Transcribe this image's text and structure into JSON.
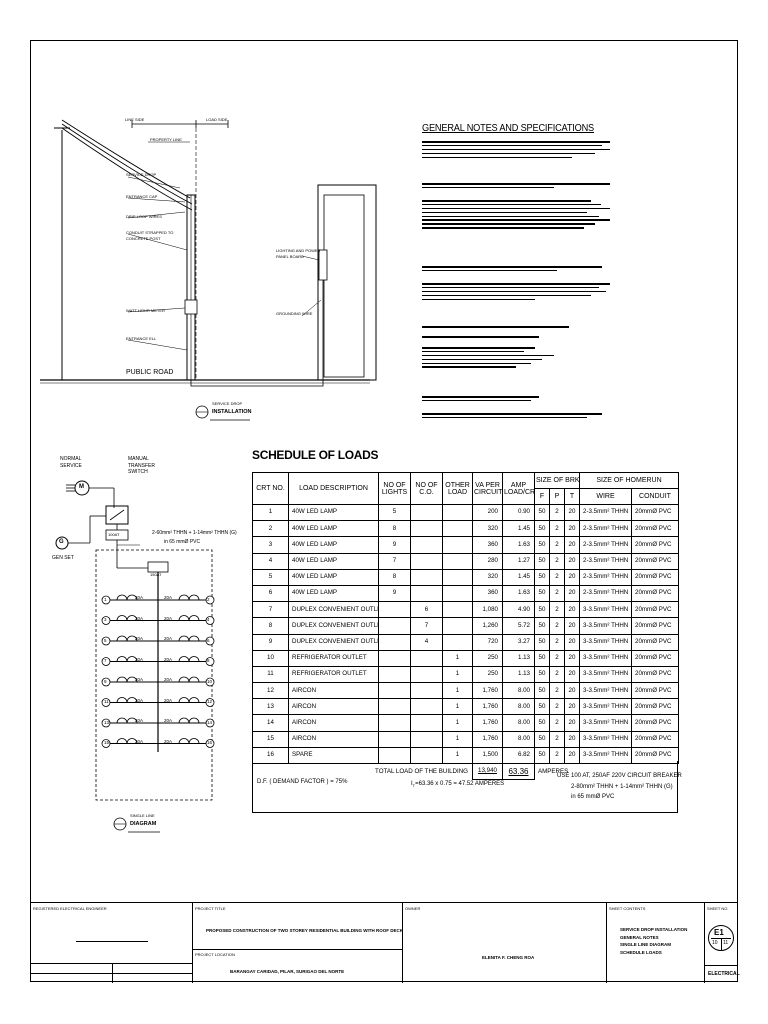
{
  "installation": {
    "line_side_label": "LINE SIDE",
    "load_side_label": "LOAD SIDE",
    "property_line": "PROPERTY LINE",
    "service_drop": "SERVICE DROP",
    "entrance_cap": "ENTRANCE CAP",
    "drip_loop": "DRIP LOOP WIRES",
    "conduit_strapped": "CONDUIT STRAPPED TO CONCRETE POST",
    "watt_hour": "WATT-HOUR METER",
    "entrance_ell": "ENTRANCE ELL",
    "lighting_panel": "LIGHTING AND POWER PANEL BOARD",
    "grounding_wire": "GROUNDING WIRE",
    "public_road": "PUBLIC ROAD",
    "caption_top": "SERVICE DROP",
    "caption_main": "INSTALLATION"
  },
  "general_notes": {
    "title": "GENERAL NOTES AND SPECIFICATIONS"
  },
  "single_line": {
    "normal_service": "NORMAL SERVICE",
    "manual_transfer": "MANUAL TRANSFER SWITCH",
    "meter_symbol": "M",
    "gen_symbol": "G",
    "gen_set": "GEN SET",
    "breaker_main": "100AT",
    "breaker_panel": "150AT",
    "feeder_line1": "2-60mm² THHN + 1-14mm² THHN (G)",
    "feeder_line2": "in 65 mmØ PVC",
    "breaker_rating": "20A",
    "caption_top": "SINGLE LINE",
    "caption_main": "DIAGRAM",
    "circuits_left": [
      "1",
      "3",
      "5",
      "7",
      "9",
      "11",
      "13",
      "15"
    ],
    "circuits_right": [
      "2",
      "4",
      "6",
      "8",
      "10",
      "12",
      "14",
      "16"
    ]
  },
  "schedule": {
    "title": "SCHEDULE OF LOADS",
    "headers": {
      "crt_no": "CRT NO.",
      "load_desc": "LOAD DESCRIPTION",
      "no_lights": "NO OF LIGHTS",
      "no_co": "NO OF C.O.",
      "other_load": "OTHER LOAD",
      "va_per_circuit": "VA PER CIRCUIT",
      "amp_load": "AMP LOAD/CRT",
      "size_brks": "SIZE OF BRKS",
      "f": "F",
      "p": "P",
      "t": "T",
      "size_homerun": "SIZE OF HOMERUN",
      "wire": "WIRE",
      "conduit": "CONDUIT"
    },
    "rows": [
      {
        "no": "1",
        "desc": "40W LED LAMP",
        "lights": "5",
        "co": "",
        "other": "",
        "va": "200",
        "amp": "0.90",
        "f": "50",
        "p": "2",
        "t": "20",
        "wire": "2-3.5mm² THHN",
        "conduit": "20mmØ PVC"
      },
      {
        "no": "2",
        "desc": "40W LED LAMP",
        "lights": "8",
        "co": "",
        "other": "",
        "va": "320",
        "amp": "1.45",
        "f": "50",
        "p": "2",
        "t": "20",
        "wire": "2-3.5mm² THHN",
        "conduit": "20mmØ PVC"
      },
      {
        "no": "3",
        "desc": "40W LED LAMP",
        "lights": "9",
        "co": "",
        "other": "",
        "va": "360",
        "amp": "1.63",
        "f": "50",
        "p": "2",
        "t": "20",
        "wire": "2-3.5mm² THHN",
        "conduit": "20mmØ PVC"
      },
      {
        "no": "4",
        "desc": "40W LED LAMP",
        "lights": "7",
        "co": "",
        "other": "",
        "va": "280",
        "amp": "1.27",
        "f": "50",
        "p": "2",
        "t": "20",
        "wire": "2-3.5mm² THHN",
        "conduit": "20mmØ PVC"
      },
      {
        "no": "5",
        "desc": "40W LED LAMP",
        "lights": "8",
        "co": "",
        "other": "",
        "va": "320",
        "amp": "1.45",
        "f": "50",
        "p": "2",
        "t": "20",
        "wire": "2-3.5mm² THHN",
        "conduit": "20mmØ PVC"
      },
      {
        "no": "6",
        "desc": "40W LED LAMP",
        "lights": "9",
        "co": "",
        "other": "",
        "va": "360",
        "amp": "1.63",
        "f": "50",
        "p": "2",
        "t": "20",
        "wire": "2-3.5mm² THHN",
        "conduit": "20mmØ PVC"
      },
      {
        "no": "7",
        "desc": "DUPLEX CONVENIENT OUTLET",
        "lights": "",
        "co": "6",
        "other": "",
        "va": "1,080",
        "amp": "4.90",
        "f": "50",
        "p": "2",
        "t": "20",
        "wire": "3-3.5mm² THHN",
        "conduit": "20mmØ PVC"
      },
      {
        "no": "8",
        "desc": "DUPLEX CONVENIENT OUTLET",
        "lights": "",
        "co": "7",
        "other": "",
        "va": "1,260",
        "amp": "5.72",
        "f": "50",
        "p": "2",
        "t": "20",
        "wire": "3-3.5mm² THHN",
        "conduit": "20mmØ PVC"
      },
      {
        "no": "9",
        "desc": "DUPLEX CONVENIENT OUTLET",
        "lights": "",
        "co": "4",
        "other": "",
        "va": "720",
        "amp": "3.27",
        "f": "50",
        "p": "2",
        "t": "20",
        "wire": "3-3.5mm² THHN",
        "conduit": "20mmØ PVC"
      },
      {
        "no": "10",
        "desc": "REFRIGERATOR OUTLET",
        "lights": "",
        "co": "",
        "other": "1",
        "va": "250",
        "amp": "1.13",
        "f": "50",
        "p": "2",
        "t": "20",
        "wire": "3-3.5mm² THHN",
        "conduit": "20mmØ PVC"
      },
      {
        "no": "11",
        "desc": "REFRIGERATOR OUTLET",
        "lights": "",
        "co": "",
        "other": "1",
        "va": "250",
        "amp": "1.13",
        "f": "50",
        "p": "2",
        "t": "20",
        "wire": "3-3.5mm² THHN",
        "conduit": "20mmØ PVC"
      },
      {
        "no": "12",
        "desc": "AIRCON",
        "lights": "",
        "co": "",
        "other": "1",
        "va": "1,760",
        "amp": "8.00",
        "f": "50",
        "p": "2",
        "t": "20",
        "wire": "3-3.5mm² THHN",
        "conduit": "20mmØ PVC"
      },
      {
        "no": "13",
        "desc": "AIRCON",
        "lights": "",
        "co": "",
        "other": "1",
        "va": "1,760",
        "amp": "8.00",
        "f": "50",
        "p": "2",
        "t": "20",
        "wire": "3-3.5mm² THHN",
        "conduit": "20mmØ PVC"
      },
      {
        "no": "14",
        "desc": "AIRCON",
        "lights": "",
        "co": "",
        "other": "1",
        "va": "1,760",
        "amp": "8.00",
        "f": "50",
        "p": "2",
        "t": "20",
        "wire": "3-3.5mm² THHN",
        "conduit": "20mmØ PVC"
      },
      {
        "no": "15",
        "desc": "AIRCON",
        "lights": "",
        "co": "",
        "other": "1",
        "va": "1,760",
        "amp": "8.00",
        "f": "50",
        "p": "2",
        "t": "20",
        "wire": "3-3.5mm² THHN",
        "conduit": "20mmØ PVC"
      },
      {
        "no": "16",
        "desc": "SPARE",
        "lights": "",
        "co": "",
        "other": "1",
        "va": "1,500",
        "amp": "6.82",
        "f": "50",
        "p": "2",
        "t": "20",
        "wire": "3-3.5mm² THHN",
        "conduit": "20mmØ PVC"
      }
    ],
    "total_label": "TOTAL LOAD OF THE BUILDING",
    "total_va": "13,940",
    "total_amp": "63.36",
    "total_unit": "AMPERES",
    "demand_factor": "D.F. ( DEMAND FACTOR ) = 75%",
    "it_formula": "I",
    "it_sub": "T",
    "it_rest": "=63.36 x 0.75  = 47.52 AMPERES",
    "breaker_note1": "USE 100 AT, 250AF 220V CIRCUIT BREAKER",
    "breaker_note2": "2-80mm² THHN + 1-14mm² THHN (G)",
    "breaker_note3": "in 65 mmØ PVC"
  },
  "title_block": {
    "engineer_label": "REGISTERED ELECTRICAL ENGINEER",
    "project_title_label": "PROJECT TITLE",
    "project_title": "PROPOSED CONSTRUCTION OF TWO STOREY RESIDENTIAL BUILDING WITH ROOF DECK",
    "project_location_label": "PROJECT LOCATION",
    "project_location": "BARANGAY CARIDAD, PILAR, SURIGAO DEL NORTE",
    "owner_label": "OWNER",
    "owner": "ELENITA F. CHENG ROA",
    "sheet_contents_label": "SHEET CONTENTS",
    "sheet_contents": [
      "SERVICE DROP INSTALLATION",
      "GENERAL NOTES",
      "SINGLE LINE DIAGRAM",
      "SCHEDULE LOADS"
    ],
    "sheet_no_label": "SHEET NO.",
    "sheet_id": "E1",
    "sheet_num": "10",
    "sheet_total": "11",
    "discipline": "ELECTRICAL"
  }
}
